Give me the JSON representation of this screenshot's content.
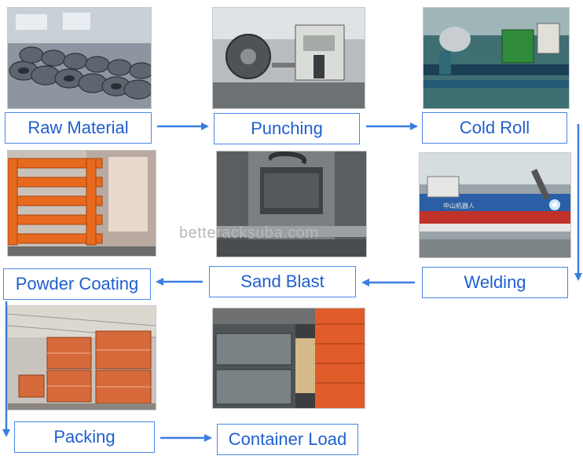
{
  "watermark": "betteracksuba.com",
  "photo_inscription": "中山机器人",
  "steps": [
    {
      "id": "raw-material",
      "label": "Raw Material",
      "photo": "steel coils in warehouse"
    },
    {
      "id": "punching",
      "label": "Punching",
      "photo": "punching press machine"
    },
    {
      "id": "cold-roll",
      "label": "Cold Roll",
      "photo": "cold roll forming line"
    },
    {
      "id": "welding",
      "label": "Welding",
      "photo": "robotic welding station"
    },
    {
      "id": "sand-blast",
      "label": "Sand Blast",
      "photo": "sand blast chamber"
    },
    {
      "id": "powder-coating",
      "label": "Powder Coating",
      "photo": "orange beams in coating booth"
    },
    {
      "id": "packing",
      "label": "Packing",
      "photo": "packed orange beams on pallets"
    },
    {
      "id": "container-load",
      "label": "Container Load",
      "photo": "goods loaded in container"
    }
  ],
  "colors": {
    "accent": "#1f5fcf",
    "border": "#4a86e8",
    "arrow": "#3b7de0"
  }
}
